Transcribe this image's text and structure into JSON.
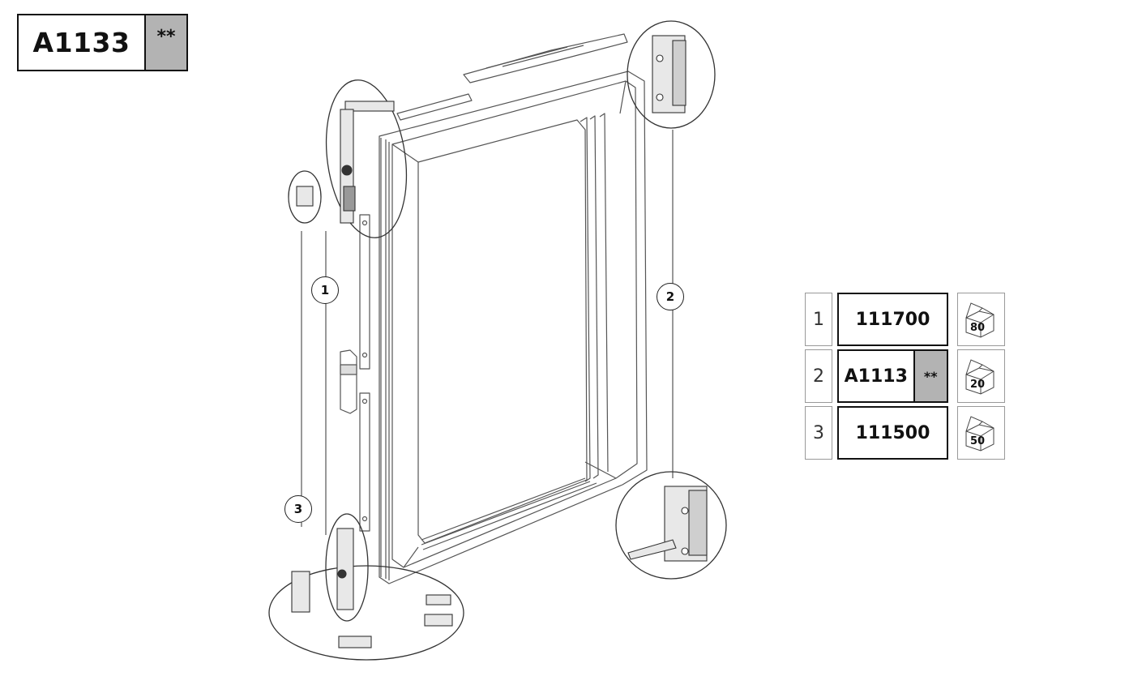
{
  "header": {
    "code": "A1133",
    "stars": "**"
  },
  "callouts": [
    "1",
    "2",
    "3"
  ],
  "parts": [
    {
      "num": "1",
      "code": "111700",
      "stars": "",
      "pack_qty": "80"
    },
    {
      "num": "2",
      "code": "A1113",
      "stars": "**",
      "pack_qty": "20"
    },
    {
      "num": "3",
      "code": "111500",
      "stars": "",
      "pack_qty": "50"
    }
  ],
  "colors": {
    "highlight_gray": "#b3b3b3",
    "line": "#111111",
    "drawing_line": "#555555"
  }
}
